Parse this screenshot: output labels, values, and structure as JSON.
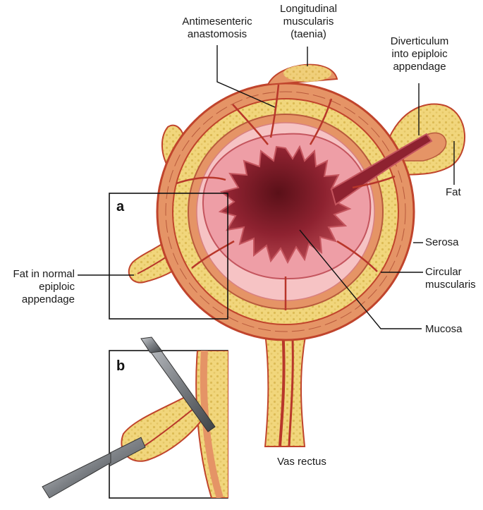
{
  "labels": {
    "antimesenteric": "Antimesenteric\nanastomosis",
    "longitudinal": "Longitudinal\nmuscularis\n(taenia)",
    "diverticulum": "Diverticulum\ninto epiploic\nappendage",
    "fat": "Fat",
    "serosa": "Serosa",
    "circular": "Circular\nmuscularis",
    "mucosa": "Mucosa",
    "fat_normal": "Fat in normal\nepiploic\nappendage",
    "vas_rectus": "Vas rectus"
  },
  "panels": {
    "a": "a",
    "b": "b"
  },
  "colors": {
    "fat": "#f1d67c",
    "fat_dots": "#d9b64a",
    "muscle": "#e59466",
    "muscle_dark": "#b85a3c",
    "serosa_line": "#c0442c",
    "submucosa": "#f6c3c4",
    "mucosa": "#ee9ea6",
    "lumen": "#8e2230",
    "vessel": "#b8362a",
    "instrument": "#8a8d91"
  }
}
